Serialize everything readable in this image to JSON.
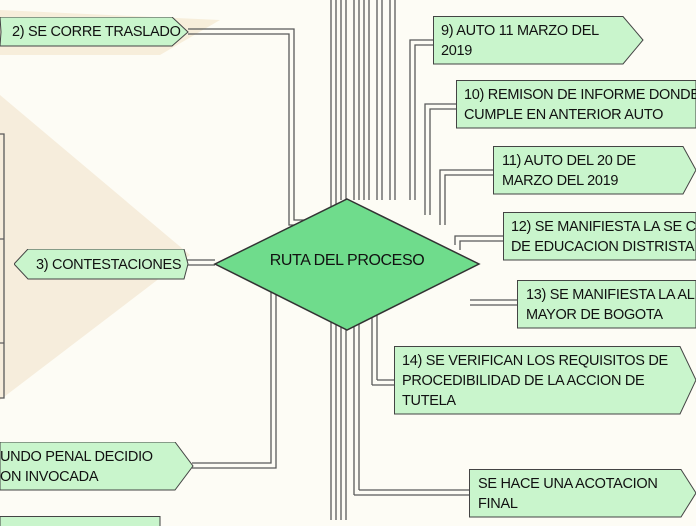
{
  "center": {
    "label": "RUTA DEL PROCESO"
  },
  "nodes": {
    "n2": "2) SE CORRE TRASLADO",
    "n3": "3) CONTESTACIONES",
    "n_left": [
      "UNDO PENAL DECIDIO",
      "ON INVOCADA"
    ],
    "n9": [
      "9) AUTO 11 MARZO DEL",
      "2019"
    ],
    "n10": [
      "10) REMISON DE INFORME DONDE",
      "CUMPLE EN ANTERIOR AUTO"
    ],
    "n11": [
      "11) AUTO DEL 20 DE",
      "MARZO DEL 2019"
    ],
    "n12": [
      "12) SE MANIFIESTA LA SE C",
      "DE EDUCACION DISTRISTA"
    ],
    "n13": [
      "13) SE MANIFIESTA LA AL",
      "MAYOR DE BOGOTA"
    ],
    "n14": [
      "14) SE VERIFICAN LOS REQUISITOS DE",
      "PROCEDIBILIDAD DE LA ACCION DE",
      "TUTELA"
    ],
    "n15": [
      "SE HACE UNA ACOTACION",
      "FINAL"
    ]
  },
  "colors": {
    "node_fill": "#c9f5cc",
    "center_fill": "#6fdc8c",
    "connector": "#5a5a5a",
    "background": "#fdfcf5",
    "shadow": "#f7eedb"
  }
}
